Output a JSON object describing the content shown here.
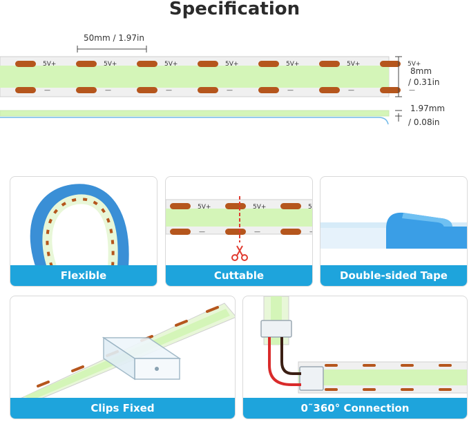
{
  "header": {
    "title": "Specification"
  },
  "dimensions": {
    "pitch": "50mm / 1.97in",
    "width_mm": "8mm",
    "width_in": "/ 0.31in",
    "thickness_mm": "1.97mm",
    "thickness_in": "/ 0.08in"
  },
  "strip": {
    "pad_label": "5V+",
    "minus_label": "—"
  },
  "features": [
    {
      "label": "Flexible"
    },
    {
      "label": "Cuttable"
    },
    {
      "label": "Double-sided Tape"
    },
    {
      "label": "Clips Fixed"
    },
    {
      "label": "0˜360° Connection"
    }
  ],
  "colors": {
    "accent": "#1ea4dc",
    "led_green": "#d4f5b8",
    "pad_copper": "#b5561d",
    "tape_blue": "#3a8fd6",
    "cut_red": "#e03a2f"
  }
}
